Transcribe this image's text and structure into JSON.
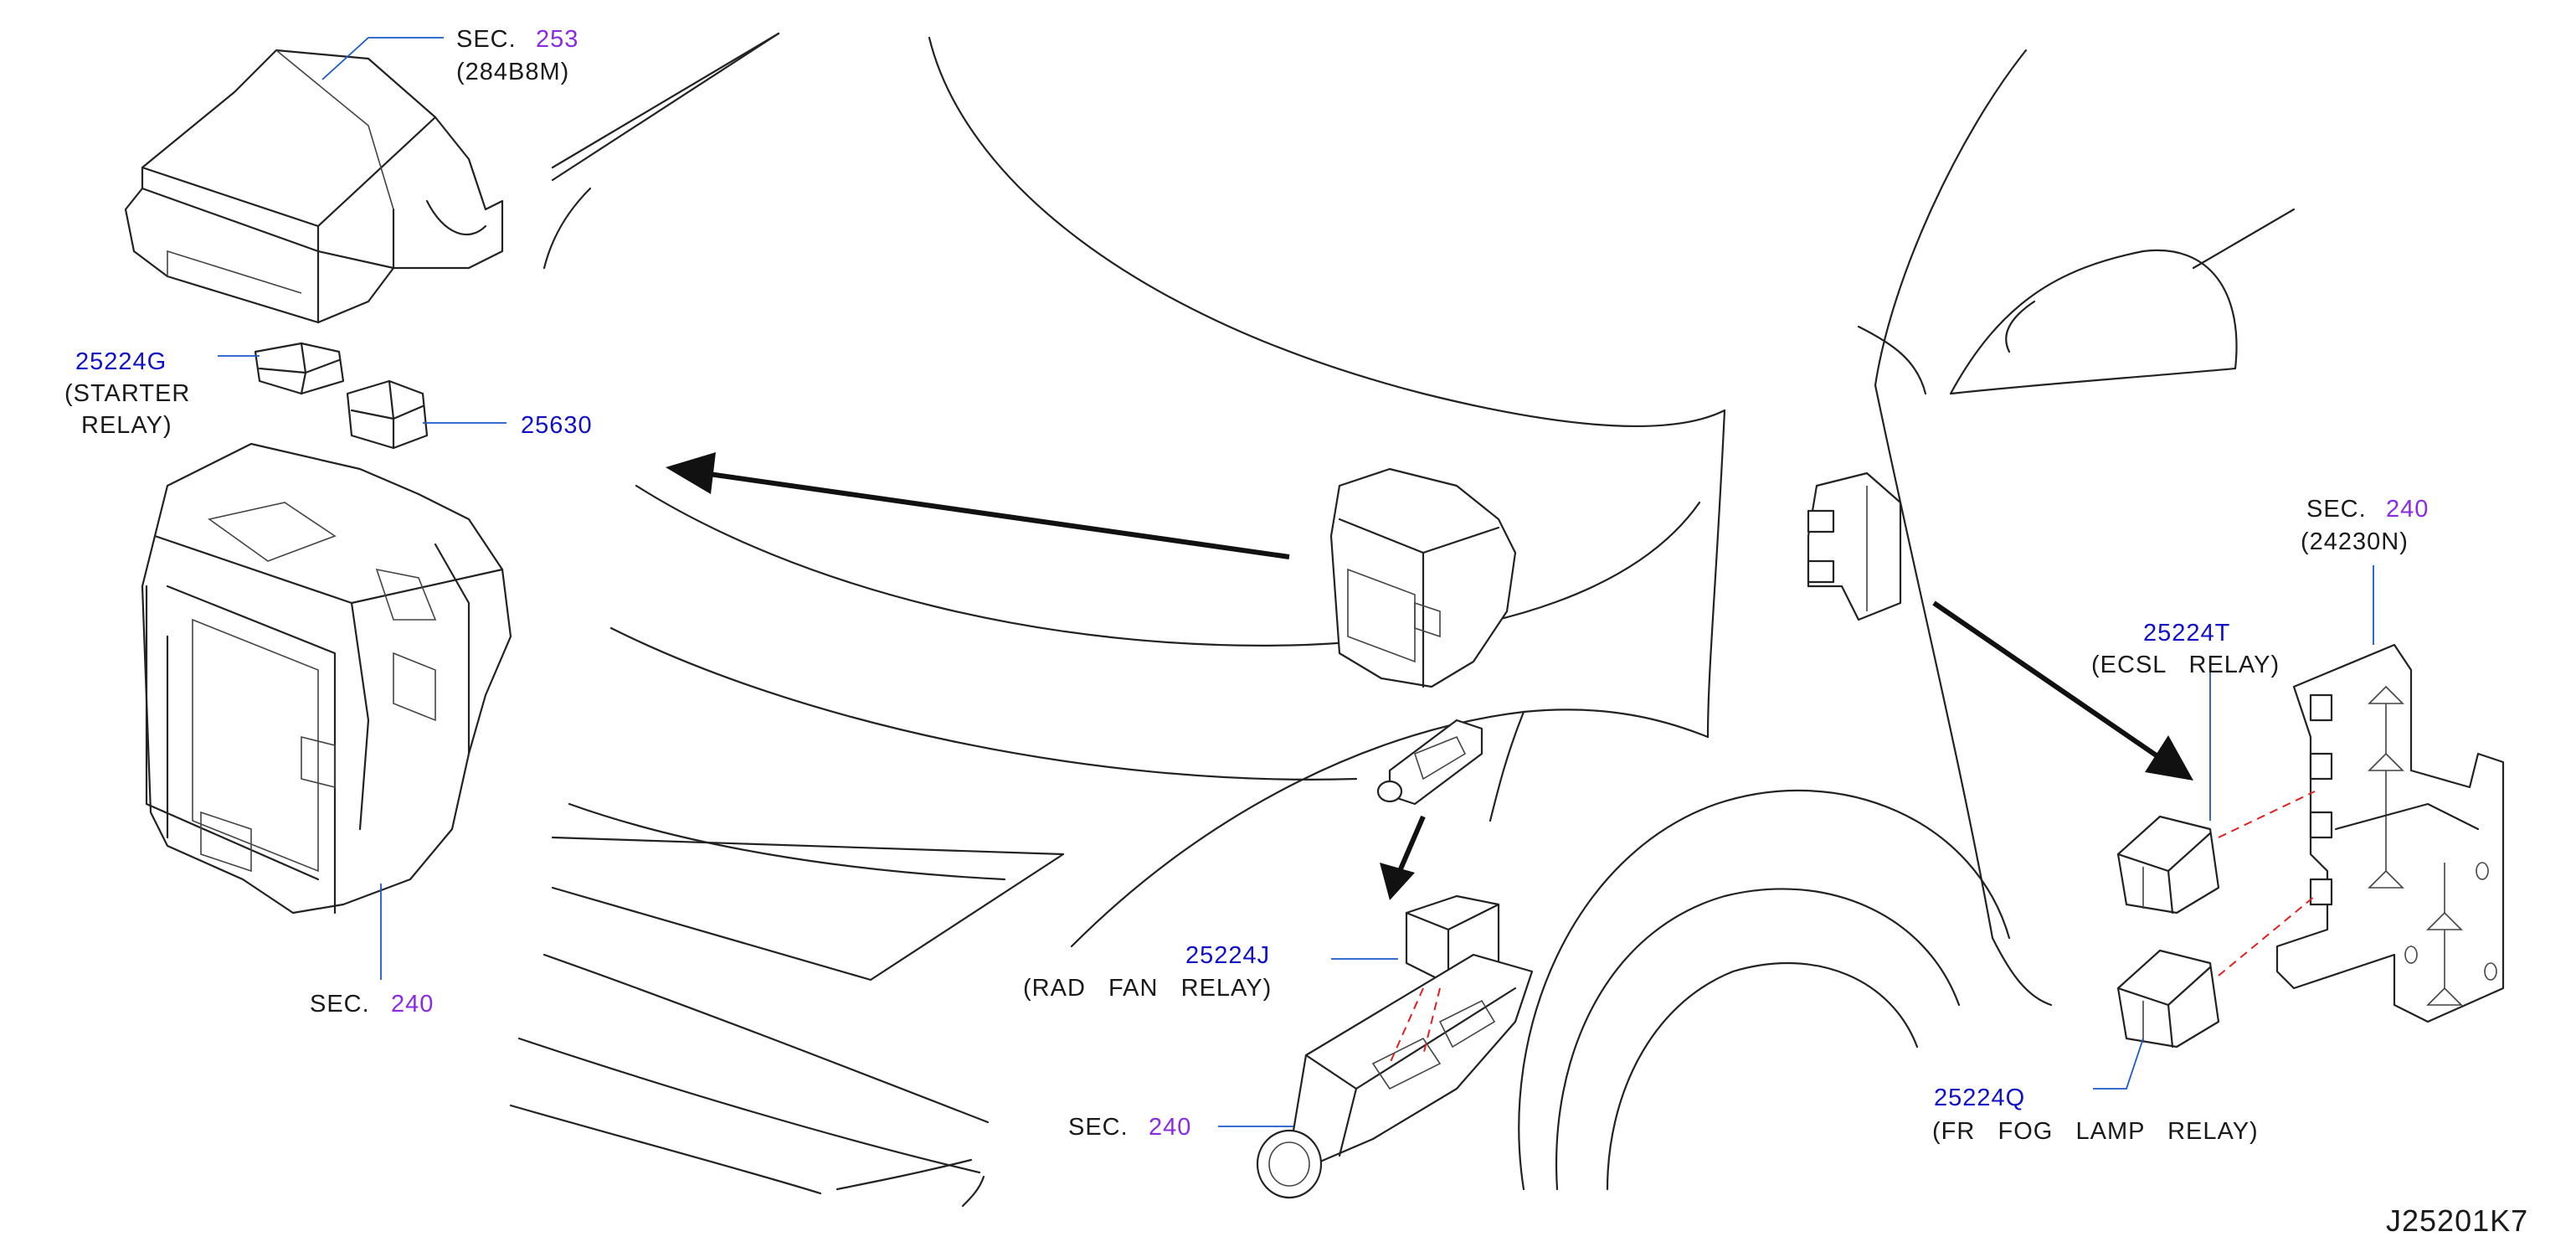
{
  "labels": {
    "sec_word": "SEC.",
    "cover_sec_num": "253",
    "cover_part": "(284B8M)",
    "starter_pn": "25224G",
    "starter_desc_1": "(STARTER",
    "starter_desc_2": "RELAY)",
    "relay_25630": "25630",
    "box_sec_num": "240",
    "bracket_sec_num": "240",
    "bracket_part": "(24230N)",
    "ecsl_pn": "25224T",
    "ecsl_desc": "(ECSL   RELAY)",
    "radfan_pn": "25224J",
    "radfan_desc": "(RAD   FAN   RELAY)",
    "radfan_sec_num": "240",
    "fog_pn": "25224Q",
    "fog_desc": "(FR   FOG   LAMP   RELAY)",
    "diagram_code": "J25201K7"
  },
  "colors": {
    "part_number": "#1010c8",
    "section_number": "#8a2be2",
    "leader_line": "#1a5ac8",
    "dashed_guide": "#e02020",
    "line_art": "#222222"
  }
}
